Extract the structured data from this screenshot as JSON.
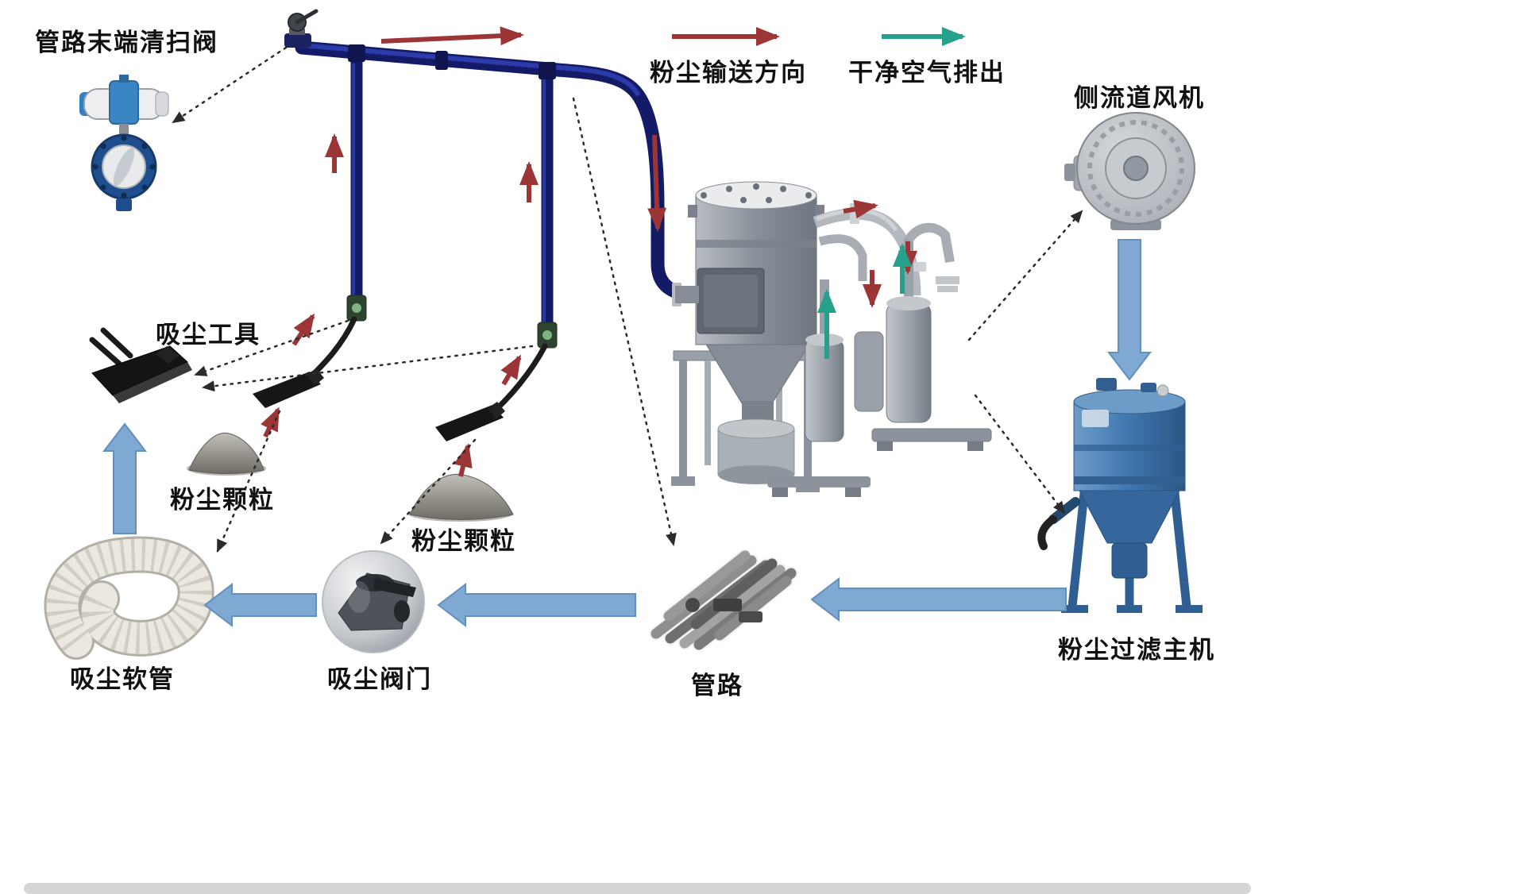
{
  "legend": {
    "dust_direction": "粉尘输送方向",
    "clean_air": "干净空气排出"
  },
  "labels": {
    "end_cleaning_valve": "管路末端清扫阀",
    "side_channel_blower": "侧流道风机",
    "vacuum_tool": "吸尘工具",
    "dust_particles_left": "粉尘颗粒",
    "dust_particles_mid": "粉尘颗粒",
    "vacuum_hose": "吸尘软管",
    "vacuum_valve": "吸尘阀门",
    "pipeline": "管路",
    "dust_filter_host": "粉尘过滤主机"
  },
  "colors": {
    "pipe_blue": "#161d66",
    "dust_arrow_red": "#9c3636",
    "clean_air_green": "#27a08b",
    "flow_arrow_blue": "#7fa9d3",
    "filter_unit_blue": "#3f76ae",
    "machine_gray": "#9aa0a8"
  },
  "icons": {
    "dust_direction_arrow": "red-arrow-right-icon",
    "clean_air_arrow": "green-arrow-right-icon"
  }
}
